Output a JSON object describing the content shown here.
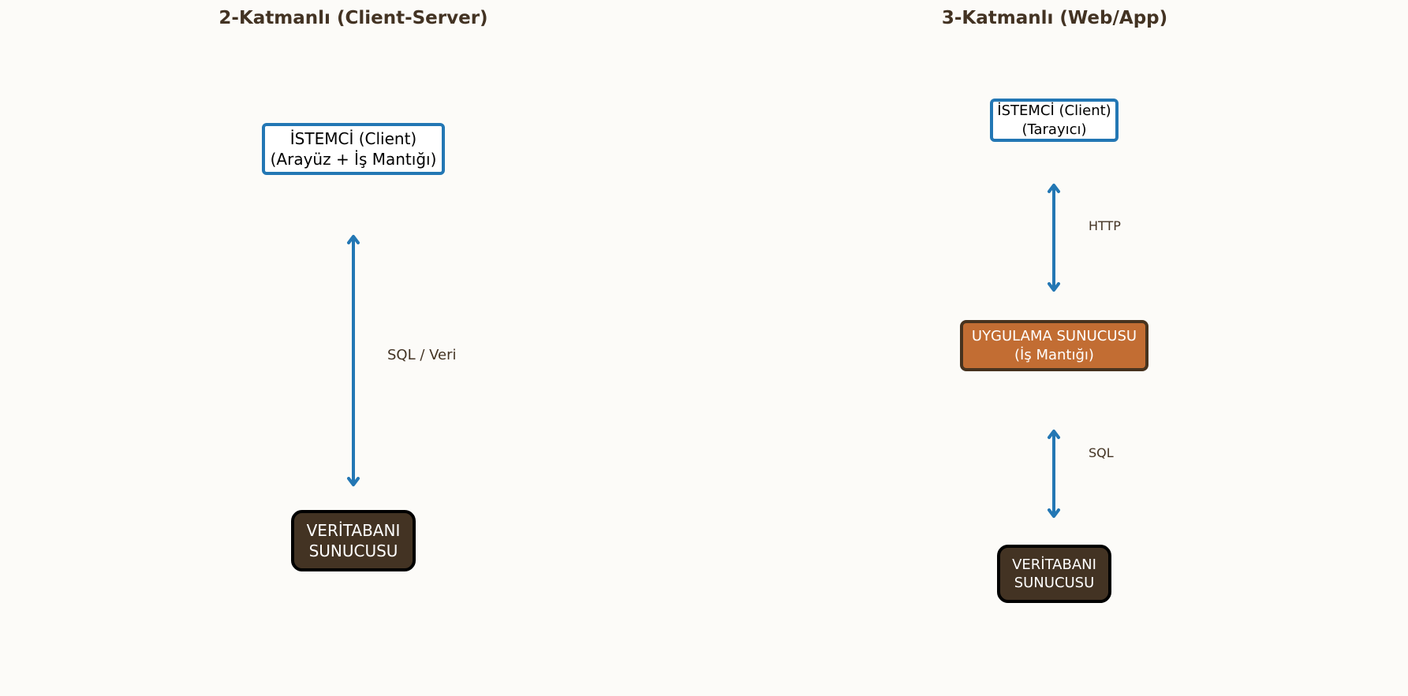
{
  "colors": {
    "background": "#fcfbf8",
    "title_text": "#433323",
    "arrow": "#2377b4",
    "client_border": "#2377b4",
    "client_fill": "#ffffff",
    "app_fill": "#c26d33",
    "app_border": "#47331f",
    "db_fill": "#433323",
    "db_border": "#000000"
  },
  "two_tier": {
    "title": "2-Katmanlı (Client-Server)",
    "client": {
      "line1": "İSTEMCİ (Client)",
      "line2": "(Arayüz + İş Mantığı)"
    },
    "db": {
      "line1": "VERİTABANI",
      "line2": "SUNUCUSU"
    },
    "link_label": "SQL / Veri"
  },
  "three_tier": {
    "title": "3-Katmanlı (Web/App)",
    "client": {
      "line1": "İSTEMCİ (Client)",
      "line2": "(Tarayıcı)"
    },
    "app": {
      "line1": "UYGULAMA SUNUCUSU",
      "line2": "(İş Mantığı)"
    },
    "db": {
      "line1": "VERİTABANI",
      "line2": "SUNUCUSU"
    },
    "link1_label": "HTTP",
    "link2_label": "SQL"
  }
}
